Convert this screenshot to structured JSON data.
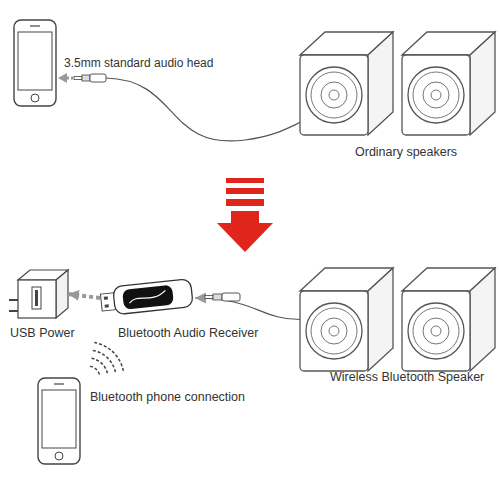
{
  "diagram": {
    "nodes": [
      {
        "text": [
          "Ordinary speakers"
        ]
      },
      {
        "text": [
          "USB Power"
        ]
      },
      {
        "text": [
          "Bluetooth Audio Receiver"
        ]
      },
      {
        "text": [
          "Wireless Bluetooth Speaker"
        ]
      },
      {
        "text": [
          "Bluetooth phone connection"
        ]
      }
    ],
    "edges": [
      {
        "from": 2,
        "to": 1,
        "arrow": "to"
      },
      {
        "from": 3,
        "to": 2,
        "arrow": "to"
      }
    ],
    "labels": [
      "3.5mm standard audio head"
    ]
  }
}
